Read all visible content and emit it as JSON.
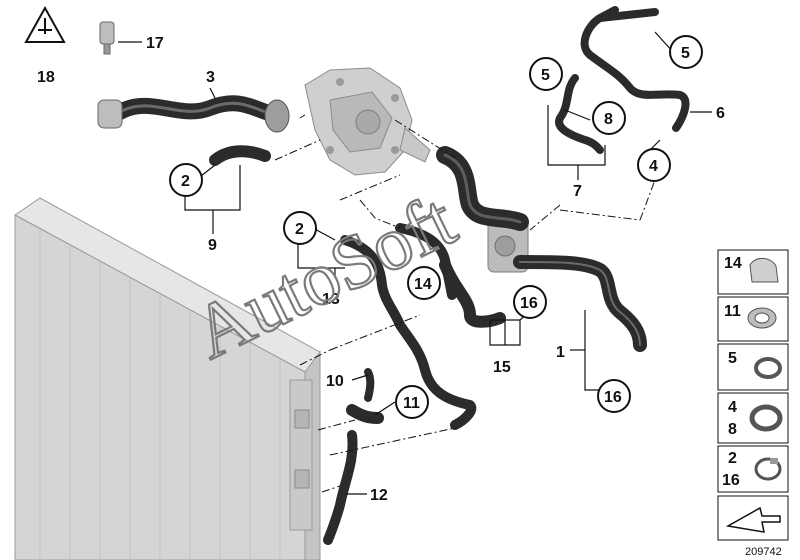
{
  "labels": {
    "l1": "1",
    "l2a": "2",
    "l2b": "2",
    "l3": "3",
    "l4": "4",
    "l5a": "5",
    "l5b": "5",
    "l6": "6",
    "l7": "7",
    "l8": "8",
    "l9": "9",
    "l10": "10",
    "l11": "11",
    "l12": "12",
    "l13": "13",
    "l14": "14",
    "l15": "15",
    "l16a": "16",
    "l16b": "16",
    "l17": "17",
    "l18": "18"
  },
  "legend": [
    {
      "top": "14",
      "bottom": "",
      "icon": "clamp-band-icon"
    },
    {
      "top": "11",
      "bottom": "",
      "icon": "quick-coupling-clamp-icon"
    },
    {
      "top": "5",
      "bottom": "",
      "icon": "spring-clamp-icon"
    },
    {
      "top": "4",
      "bottom": "8",
      "icon": "hose-clamp-icon"
    },
    {
      "top": "2",
      "bottom": "16",
      "icon": "wire-clamp-icon"
    }
  ],
  "watermark": "AutoSoft",
  "diagram_number": "209742",
  "colors": {
    "line": "#111111",
    "hose": "#2b2b2b",
    "part_gray": "#bdbdbd",
    "radiator": "#d8d8d8"
  }
}
